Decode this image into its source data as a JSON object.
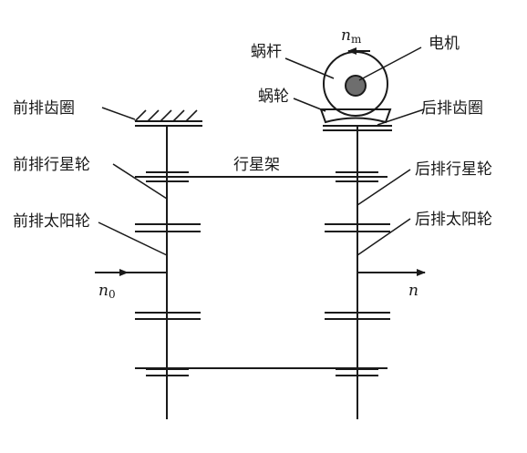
{
  "labels": {
    "front_ring": "前排齿圈",
    "front_planet": "前排行星轮",
    "front_sun": "前排太阳轮",
    "carrier": "行星架",
    "worm": "蜗杆",
    "worm_wheel": "蜗轮",
    "motor": "电机",
    "rear_ring": "后排齿圈",
    "rear_planet": "后排行星轮",
    "rear_sun": "后排太阳轮"
  },
  "symbols": {
    "nm_base": "n",
    "nm_sub": "m",
    "n0_base": "n",
    "n0_sub": "0",
    "n_out": "n"
  }
}
